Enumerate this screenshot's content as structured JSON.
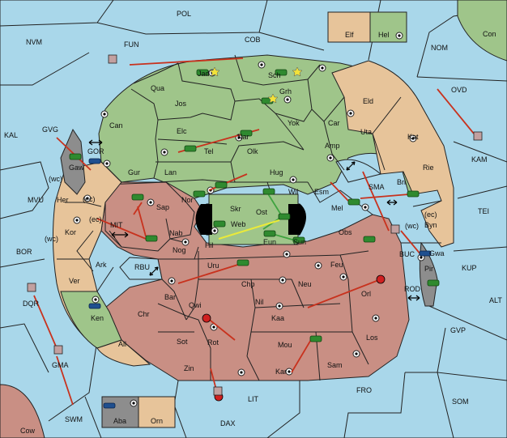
{
  "colors": {
    "sea": "#a9d7ea",
    "green_power": "#9fc58a",
    "tan_power": "#e7c49a",
    "red_power": "#c98f84",
    "neutral": "#8d8d8d",
    "move_arrow": "#c8321e",
    "support_arrow": "#3fa33f"
  },
  "provinces": {
    "pol": "POL",
    "nvm": "NVM",
    "fun": "FUN",
    "cob": "COB",
    "elf": "Elf",
    "hel": "Hel",
    "nom": "NOM",
    "con": "Con",
    "jad": "Jad",
    "sch": "Sch",
    "qua": "Qua",
    "grh": "Grh",
    "jos": "Jos",
    "ovd": "OVD",
    "eld": "Eld",
    "kal": "KAL",
    "gvg": "GVG",
    "can": "Can",
    "car": "Car",
    "uta": "Uta",
    "elc": "Elc",
    "nar": "Nar",
    "yok": "Yok",
    "kat": "Kat",
    "gor": "GOR",
    "tel": "Tel",
    "olk": "Olk",
    "amp": "Amp",
    "kam": "KAM",
    "gaw": "Gaw",
    "rie": "Rie",
    "gur": "Gur",
    "lan": "Lan",
    "hug": "Hug",
    "wc": "(wc)",
    "ec": "(ec)",
    "mvu": "MVU",
    "her": "Her",
    "skr": "Skr",
    "wil": "Wil",
    "esm": "Esm",
    "sma": "SMA",
    "bri": "Bri",
    "nor": "Nor",
    "sap": "Sap",
    "ost": "Ost",
    "mel": "Mel",
    "tei": "TEI",
    "byn": "Byn",
    "web": "Web",
    "mit": "MIT",
    "kor": "Kor",
    "nab": "Nab",
    "eun": "Eun",
    "sun": "Sun",
    "obs": "Obs",
    "hil": "Hil",
    "bor": "BOR",
    "buc": "BUC",
    "gwa": "Gwa",
    "pir": "Pir",
    "kup": "KUP",
    "ark": "Ark",
    "nog": "Nog",
    "uru": "Uru",
    "feu": "Feu",
    "rbu": "RBU",
    "ver": "Ver",
    "chp": "Chp",
    "neu": "Neu",
    "bar": "Bar",
    "rod": "ROD",
    "dqr": "DQR",
    "orl": "Orl",
    "qwi": "Qwi",
    "nil": "Nil",
    "alt": "ALT",
    "ken": "Ken",
    "chr": "Chr",
    "kaa": "Kaa",
    "gvp": "GVP",
    "rot": "Rot",
    "sot": "Sot",
    "ail": "Ail",
    "los": "Los",
    "mou": "Mou",
    "gma": "GMA",
    "sam": "Sam",
    "zin": "Zin",
    "kar": "Kar",
    "fro": "FRO",
    "lit": "LIT",
    "som": "SOM",
    "aba": "Aba",
    "orn": "Orn",
    "swm": "SWM",
    "dax": "DAX",
    "cow": "Cow"
  }
}
